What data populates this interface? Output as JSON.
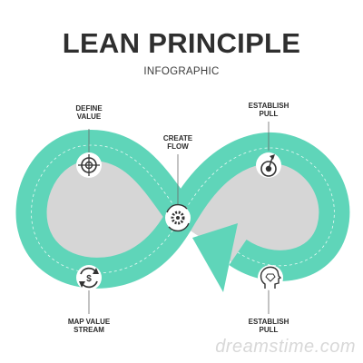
{
  "header": {
    "title": "LEAN PRINCIPLE",
    "subtitle": "INFOGRAPHIC"
  },
  "steps": [
    {
      "line1": "DEFINE",
      "line2": "VALUE",
      "icon": "target-icon"
    },
    {
      "line1": "CREATE",
      "line2": "FLOW",
      "icon": "gear-icon"
    },
    {
      "line1": "ESTABLISH",
      "line2": "PULL",
      "icon": "dart-target-icon"
    },
    {
      "line1": "ESTABLISH",
      "line2": "PULL",
      "icon": "head-diamond-icon"
    },
    {
      "line1": "MAP VALUE",
      "line2": "STREAM",
      "icon": "cycle-dollar-icon"
    }
  ],
  "colors": {
    "ribbon": "#5fd5b9",
    "ribbon_shadow": "#d4d4d4",
    "title": "#2f2f2f"
  },
  "watermark": "dreamstime.com"
}
